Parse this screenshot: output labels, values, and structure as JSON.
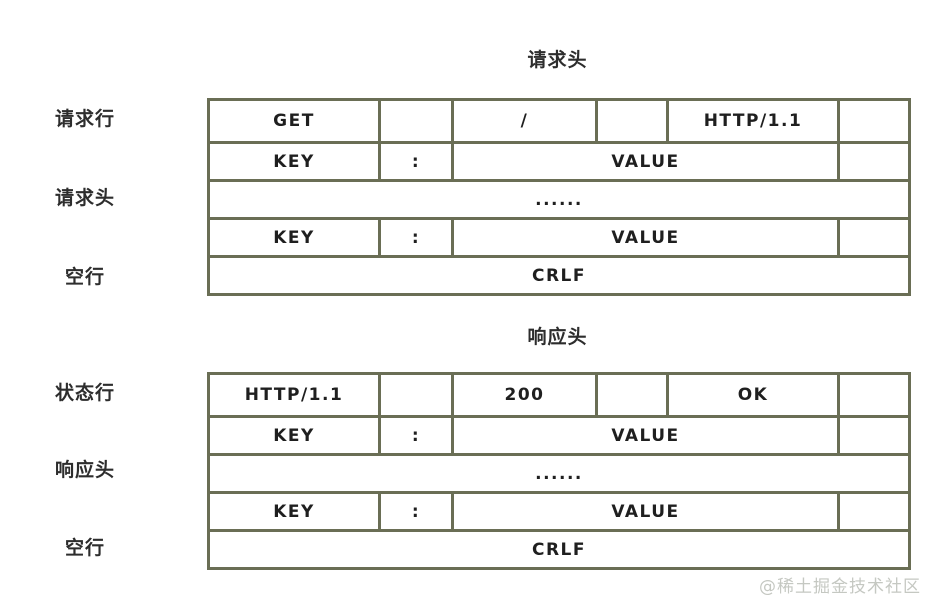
{
  "colors": {
    "border": "#6a6e55",
    "cell_text": "#1f1f1f",
    "label_text": "#2d2d2d",
    "watermark_text": "#c5c8c2",
    "background": "#ffffff"
  },
  "watermark": "@稀土掘金技术社区",
  "sections": [
    {
      "title": "请求头",
      "labels": [
        "请求行",
        "请求头",
        "空行"
      ],
      "line": [
        "GET",
        "",
        "/",
        "",
        "HTTP/1.1",
        ""
      ],
      "kv": {
        "key": "KEY",
        "sep": ":",
        "value": "VALUE"
      },
      "ellipsis": "......",
      "crlf": "CRLF"
    },
    {
      "title": "响应头",
      "labels": [
        "状态行",
        "响应头",
        "空行"
      ],
      "line": [
        "HTTP/1.1",
        "",
        "200",
        "",
        "OK",
        ""
      ],
      "kv": {
        "key": "KEY",
        "sep": ":",
        "value": "VALUE"
      },
      "ellipsis": "......",
      "crlf": "CRLF"
    }
  ]
}
